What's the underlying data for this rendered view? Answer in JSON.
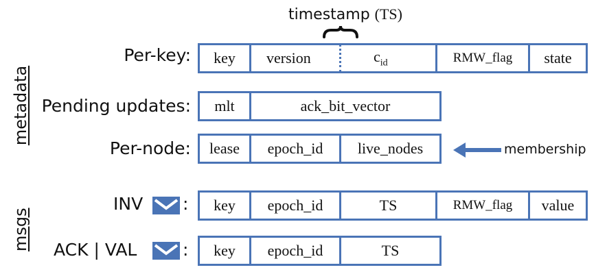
{
  "annotation": {
    "timestamp_label": "timestamp",
    "ts_abbrev": "(TS)",
    "membership_label": "membership"
  },
  "groups": {
    "metadata": "metadata",
    "msgs": "msgs"
  },
  "rows": {
    "per_key": {
      "label": "Per-key:",
      "cells": [
        "key",
        "version",
        "c",
        "RMW_flag",
        "state"
      ],
      "c_subscript": "id"
    },
    "pending": {
      "label": "Pending updates:",
      "cells": [
        "mlt",
        "ack_bit_vector"
      ]
    },
    "per_node": {
      "label": "Per-node:",
      "cells": [
        "lease",
        "epoch_id",
        "live_nodes"
      ]
    },
    "inv": {
      "label": "INV",
      "colon": ":",
      "cells": [
        "key",
        "epoch_id",
        "TS",
        "RMW_flag",
        "value"
      ]
    },
    "ack": {
      "label": "ACK | VAL",
      "colon": ":",
      "cells": [
        "key",
        "epoch_id",
        "TS"
      ]
    }
  },
  "colors": {
    "accent": "#4a74b6",
    "text": "#111111"
  },
  "icons": [
    "envelope-icon",
    "arrow-left-icon",
    "curly-brace-icon"
  ]
}
